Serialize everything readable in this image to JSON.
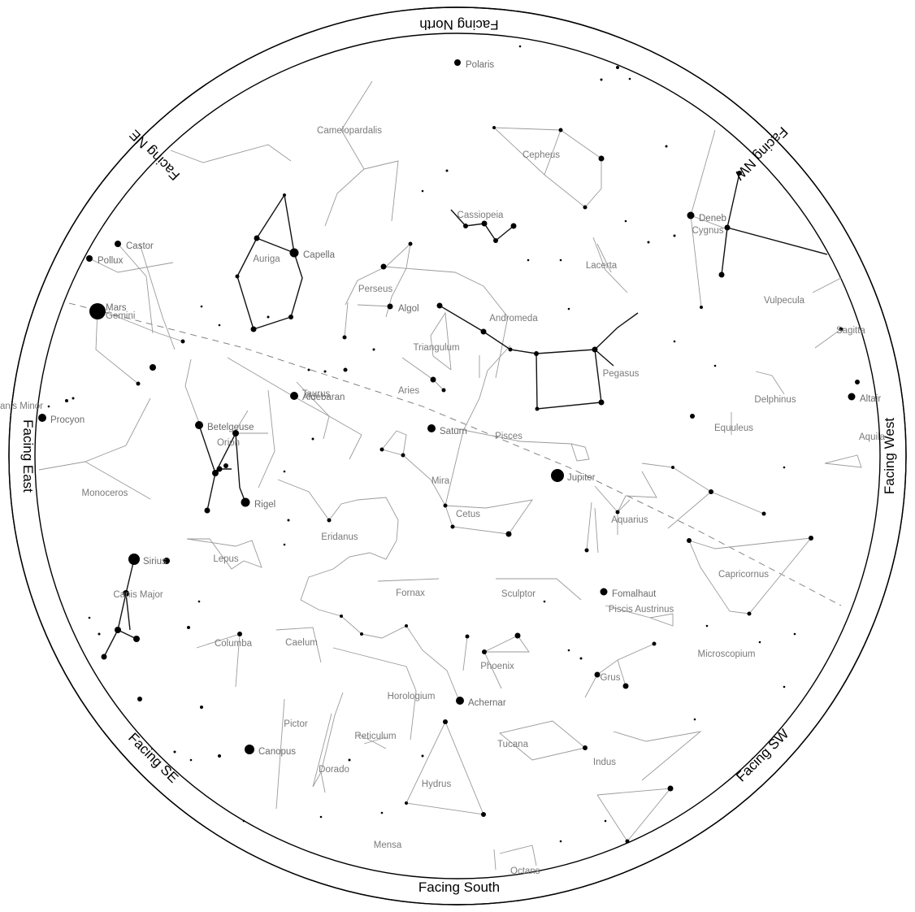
{
  "directions": {
    "north": "Facing North",
    "ne": "Facing NE",
    "nw": "Facing NW",
    "east": "Facing East",
    "west": "Facing West",
    "se": "Facing SE",
    "sw": "Facing SW",
    "south": "Facing South"
  },
  "constellations": [
    "Camelopardalis",
    "Cepheus",
    "Cassiopeia",
    "Lacerta",
    "Cygnus",
    "Vulpecula",
    "Auriga",
    "Perseus",
    "Andromeda",
    "Triangulum",
    "Pegasus",
    "Aries",
    "Taurus",
    "Delphinus",
    "Equuleus",
    "Orion",
    "Pisces",
    "Mira",
    "Cetus",
    "Aquarius",
    "Monoceros",
    "Eridanus",
    "Lepus",
    "Capricornus",
    "Canis Major",
    "Fornax",
    "Sculptor",
    "Piscis Austrinus",
    "Columba",
    "Caelum",
    "Microscopium",
    "Phoenix",
    "Grus",
    "Horologium",
    "Pictor",
    "Reticulum",
    "Tucana",
    "Dorado",
    "Indus",
    "Hydrus",
    "Mensa",
    "Octans",
    "Aquila",
    "Sagitta",
    "Canis Minor",
    "Gemini"
  ],
  "stars": [
    "Polaris",
    "Deneb",
    "Capella",
    "Castor",
    "Pollux",
    "Algol",
    "Aldebaran",
    "Betelgeuse",
    "Procyon",
    "Rigel",
    "Sirius",
    "Fomalhaut",
    "Achernar",
    "Canopus",
    "Altair"
  ],
  "planets": [
    "Mars",
    "Saturn",
    "Jupiter"
  ]
}
